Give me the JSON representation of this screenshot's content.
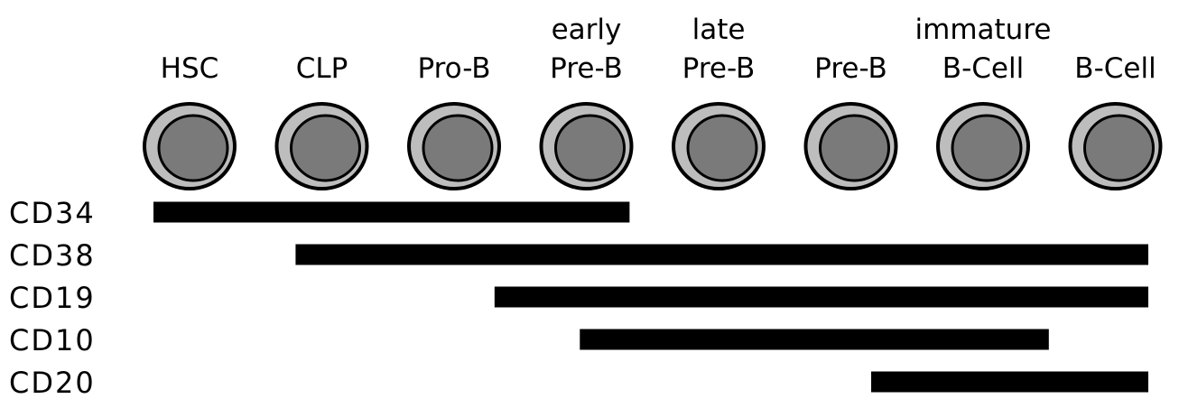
{
  "colors": {
    "background": "#ffffff",
    "outer_cell": "#bdbdbd",
    "nucleus": "#7a7a7a",
    "outline": "#000000",
    "bar": "#000000"
  },
  "stages": [
    {
      "qualifier": "",
      "label": "HSC"
    },
    {
      "qualifier": "",
      "label": "CLP"
    },
    {
      "qualifier": "",
      "label": "Pro-B"
    },
    {
      "qualifier": "early",
      "label": "Pre-B"
    },
    {
      "qualifier": "late",
      "label": "Pre-B"
    },
    {
      "qualifier": "",
      "label": "Pre-B"
    },
    {
      "qualifier": "immature",
      "label": "B-Cell"
    },
    {
      "qualifier": "",
      "label": "B-Cell"
    }
  ],
  "markers": [
    {
      "label": "CD34",
      "from_stage": 0,
      "to_stage": 3.35
    },
    {
      "label": "CD38",
      "from_stage": 1,
      "to_stage": 7
    },
    {
      "label": "CD19",
      "from_stage": 2.4,
      "to_stage": 7
    },
    {
      "label": "CD10",
      "from_stage": 3,
      "to_stage": 6.3
    },
    {
      "label": "CD20",
      "from_stage": 5.05,
      "to_stage": 7
    }
  ]
}
